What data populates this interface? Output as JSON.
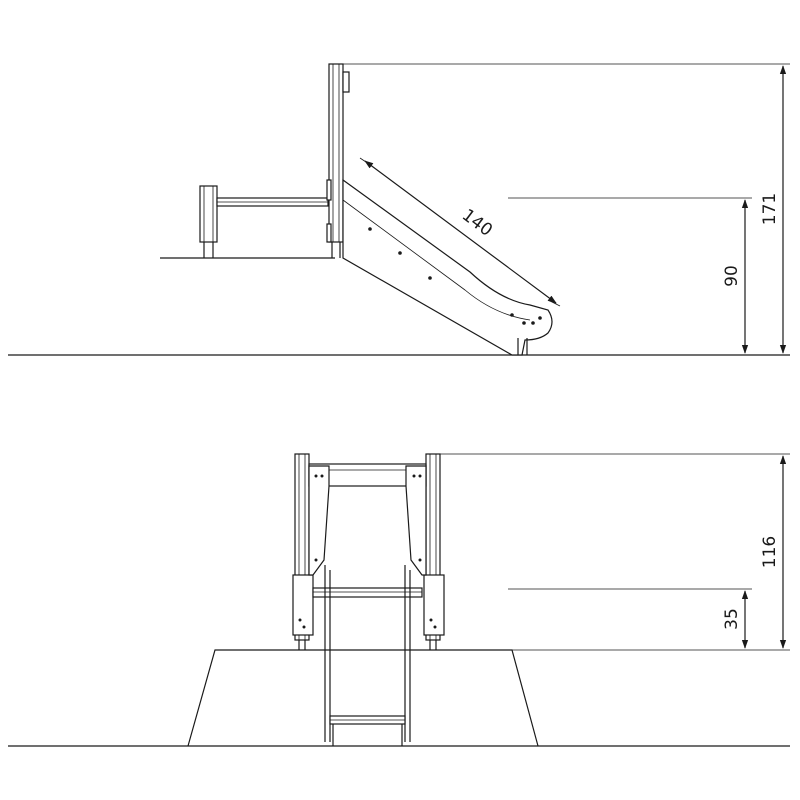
{
  "side_view": {
    "slide_length": "140",
    "platform_height": "90",
    "total_height": "171"
  },
  "front_view": {
    "step_height": "35",
    "total_height": "116"
  }
}
